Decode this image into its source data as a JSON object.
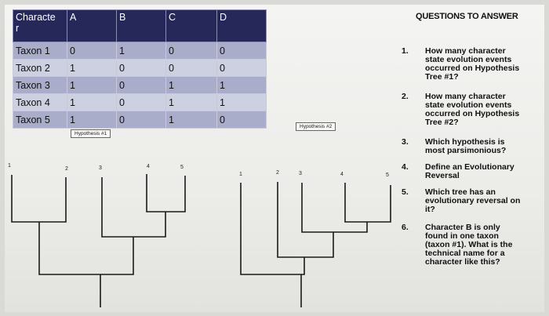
{
  "table": {
    "headers": [
      "Characte\nr",
      "A",
      "B",
      "C",
      "D"
    ],
    "rows": [
      [
        "Taxon 1",
        "0",
        "1",
        "0",
        "0"
      ],
      [
        "Taxon 2",
        "1",
        "0",
        "0",
        "0"
      ],
      [
        "Taxon 3",
        "1",
        "0",
        "1",
        "1"
      ],
      [
        "Taxon 4",
        "1",
        "0",
        "1",
        "1"
      ],
      [
        "Taxon 5",
        "1",
        "0",
        "1",
        "0"
      ]
    ]
  },
  "hypothesis1": {
    "label": "Hypothesis #1",
    "tips": [
      "1",
      "2",
      "3",
      "4",
      "5"
    ]
  },
  "hypothesis2": {
    "label": "Hypothesis #2",
    "tips": [
      "1",
      "2",
      "3",
      "4",
      "5"
    ]
  },
  "questions": {
    "title": "QUESTIONS TO ANSWER",
    "items": [
      {
        "num": "1.",
        "text": "How many character state evolution events occurred on Hypothesis Tree #1?"
      },
      {
        "num": "2.",
        "text": "How many character state evolution events occurred on Hypothesis Tree #2?"
      },
      {
        "num": "3.",
        "text": "Which hypothesis is most parsimonious?"
      },
      {
        "num": "4.",
        "text": "Define an Evolutionary Reversal"
      },
      {
        "num": "5.",
        "text": "Which tree has an evolutionary reversal on it?"
      },
      {
        "num": "6.",
        "text": "Character B is only found in one taxon (taxon #1). What is the technical name for a character like this?"
      }
    ]
  }
}
